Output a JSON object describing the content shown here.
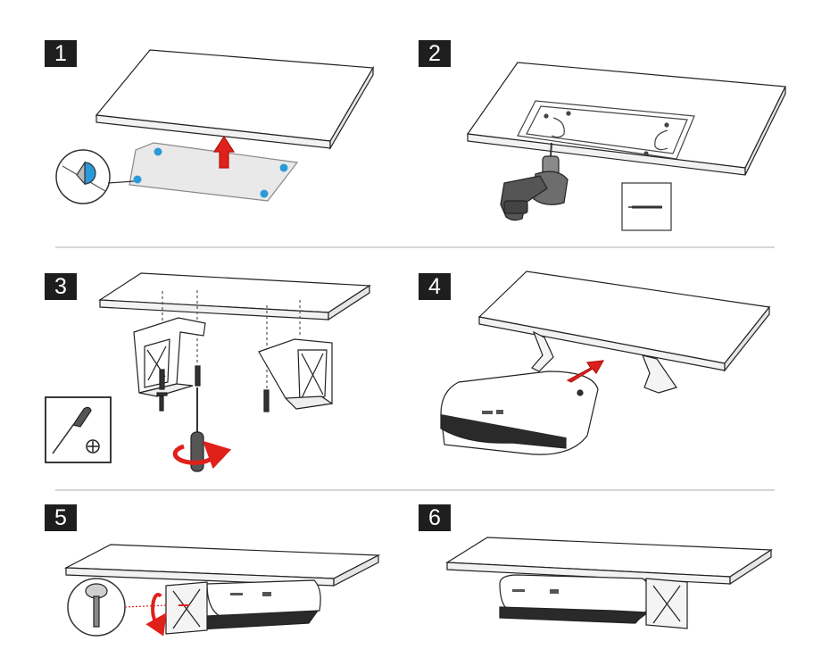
{
  "steps": [
    {
      "number": "1",
      "illustration": "place-template-under-board"
    },
    {
      "number": "2",
      "illustration": "drill-pilot-holes"
    },
    {
      "number": "3",
      "illustration": "screw-brackets-to-board"
    },
    {
      "number": "4",
      "illustration": "slide-console-into-brackets"
    },
    {
      "number": "5",
      "illustration": "tighten-thumb-screw"
    },
    {
      "number": "6",
      "illustration": "mounted-console-complete"
    }
  ],
  "colors": {
    "badge": "#1e1e1e",
    "arrow": "#e0201b",
    "template_dot": "#2a9ad8",
    "divider": "#d6d6d6"
  }
}
